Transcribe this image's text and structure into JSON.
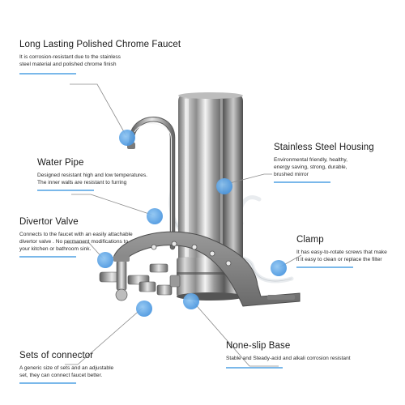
{
  "callouts": {
    "faucet": {
      "title": "Long Lasting Polished Chrome Faucet",
      "lines": [
        "It is corrosion-resistant due to the stainless",
        "steel material and polished chrome finish"
      ]
    },
    "housing": {
      "title": "Stainless Steel Housing",
      "lines": [
        "Environmental friendly, healthy,",
        "energy saving, strong, durable,",
        "brushed mirror"
      ]
    },
    "pipe": {
      "title": "Water Pipe",
      "lines": [
        "Designed resistant high and low temperatures.",
        "The inner walls are resistant to furring"
      ]
    },
    "divertor": {
      "title": "Divertor Valve",
      "lines": [
        "Connects to the faucet with an easily  attachable",
        "divertor valve . No permanent modifications to",
        "your kitchen or bathroom sink."
      ]
    },
    "clamp": {
      "title": "Clamp",
      "lines": [
        "It has easy-to-rotate screws that make",
        "it it easy to clean or replace the filter"
      ]
    },
    "base": {
      "title": "None-slip Base",
      "lines": [
        "Stable and Steady-acid and alkali corrosion resistant"
      ]
    },
    "connector": {
      "title": "Sets of connector",
      "lines": [
        "A generic size of sets and an adjustable",
        "set, they can connect faucet better."
      ]
    }
  },
  "colors": {
    "accent": "#7ab8ea",
    "marker": "#5aa4e8",
    "leader": "#8a8a8a",
    "text": "#1a1a1a"
  }
}
